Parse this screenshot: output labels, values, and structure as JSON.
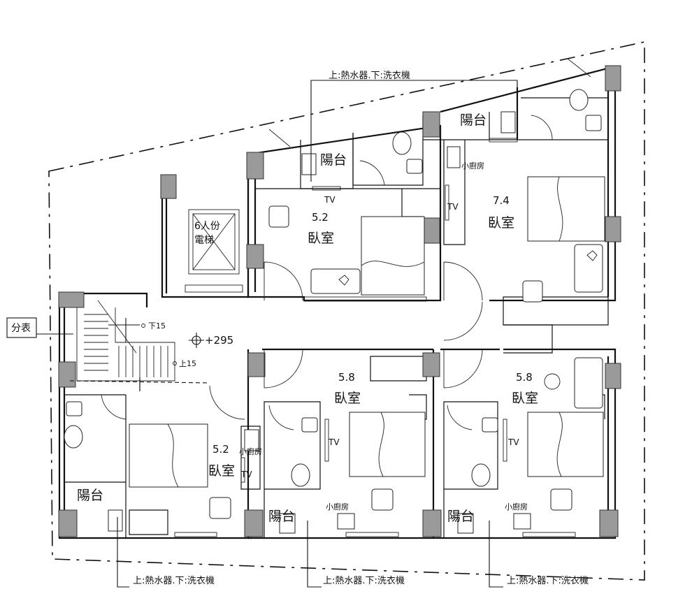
{
  "labels": {
    "heater_washer": "上:熱水器.下:洗衣機",
    "balcony": "陽台",
    "bedroom": "臥室",
    "tv": "TV",
    "small_kitchen": "小廚房",
    "elevator_line1": "6人份",
    "elevator_line2": "電梯",
    "meter": "分表",
    "level_main": "+295",
    "stair_down": "下15",
    "stair_up": "上15"
  },
  "rooms": [
    {
      "id": "top-middle",
      "area": "5.2"
    },
    {
      "id": "top-right",
      "area": "7.4"
    },
    {
      "id": "bottom-left",
      "area": "5.2"
    },
    {
      "id": "bottom-middle",
      "area": "5.8"
    },
    {
      "id": "bottom-right",
      "area": "5.8"
    }
  ],
  "colors": {
    "wall": "#111111",
    "column": "#9a9a9a",
    "background": "#ffffff"
  }
}
